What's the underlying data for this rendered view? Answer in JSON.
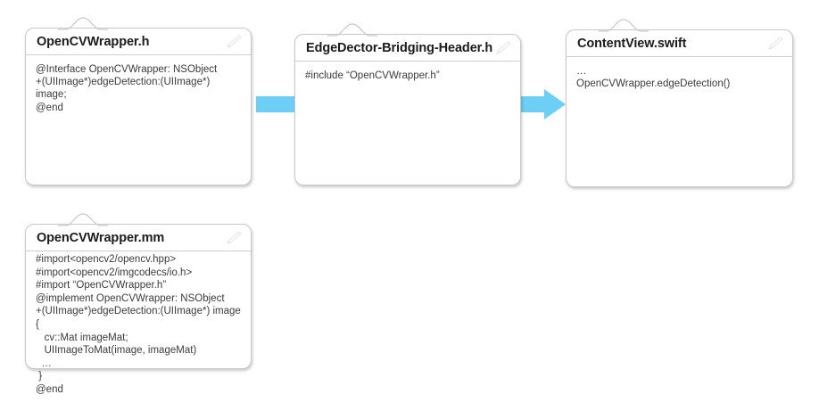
{
  "diagram": {
    "title": "OpenCV Wrapper bridging flow",
    "background_color": "#ffffff",
    "arrow": {
      "name": "flow-arrow",
      "color": "#6ECFF6",
      "direction": "left-to-right",
      "from": "OpenCVWrapper.h",
      "to": "ContentView.swift",
      "passes_behind": "EdgeDector-Bridging-Header.h"
    },
    "cards": [
      {
        "id": "opencvwrapper-h",
        "title": "OpenCVWrapper.h",
        "body": "@Interface OpenCVWrapper: NSObject\n+(UIImage*)edgeDetection:(UIImage*) image;\n@end",
        "icon": "pencil-icon"
      },
      {
        "id": "bridging-header",
        "title": "EdgeDector-Bridging-Header.h",
        "body": "#include “OpenCVWrapper.h”",
        "icon": "pencil-icon"
      },
      {
        "id": "contentview-swift",
        "title": "ContentView.swift",
        "body": "…\nOpenCVWrapper.edgeDetection()",
        "icon": "pencil-icon"
      },
      {
        "id": "opencvwrapper-mm",
        "title": "OpenCVWrapper.mm",
        "body": "#import<opencv2/opencv.hpp>\n#import<opencv2/imgcodecs/io.h>\n#import “OpenCVWrapper.h”\n@implement OpenCVWrapper: NSObject\n+(UIImage*)edgeDetection:(UIImage*) image {\n   cv::Mat imageMat;\n   UIImageToMat(image, imageMat)\n  …\n }\n@end",
        "icon": "pencil-icon"
      }
    ]
  }
}
